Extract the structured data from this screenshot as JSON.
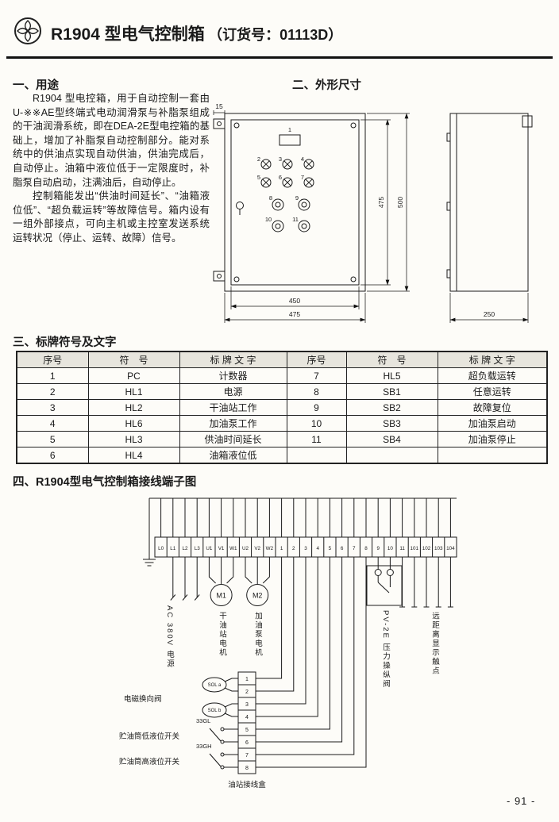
{
  "page": {
    "title": "R1904 型电气控制箱",
    "order_no": "（订货号：01113D）",
    "page_number": "- 91 -"
  },
  "section1": {
    "heading": "一、用途",
    "para1": "R1904 型电控箱，用于自动控制一套由U-※※AE型终端式电动润滑泵与补脂泵组成的干油润滑系统，即在DEA-2E型电控箱的基础上，增加了补脂泵自动控制部分。能对系统中的供油点实现自动供油，供油完成后，自动停止。油箱中液位低于一定限度时，补脂泵自动启动，注满油后，自动停止。",
    "para2": "控制箱能发出“供油时间延长”、“油箱液位低”、“超负载运转”等故障信号。箱内设有一组外部接点，可向主机或主控室发送系统运转状况（停止、运转、故障）信号。"
  },
  "section2": {
    "heading": "二、外形尺寸",
    "dims": {
      "tab": "15",
      "inner_height": "475",
      "outer_height": "500",
      "inner_width": "450",
      "outer_width": "475",
      "depth": "250"
    },
    "markers": [
      "1",
      "2",
      "3",
      "4",
      "5",
      "6",
      "7",
      "8",
      "9",
      "10",
      "11"
    ]
  },
  "section3": {
    "heading": "三、标牌符号及文字",
    "headers": [
      "序号",
      "符　号",
      "标 牌 文 字",
      "序号",
      "符　号",
      "标 牌 文 字"
    ],
    "rows": [
      [
        "1",
        "PC",
        "计数器",
        "7",
        "HL5",
        "超负载运转"
      ],
      [
        "2",
        "HL1",
        "电源",
        "8",
        "SB1",
        "任意运转"
      ],
      [
        "3",
        "HL2",
        "干油站工作",
        "9",
        "SB2",
        "故障复位"
      ],
      [
        "4",
        "HL6",
        "加油泵工作",
        "10",
        "SB3",
        "加油泵启动"
      ],
      [
        "5",
        "HL3",
        "供油时间延长",
        "11",
        "SB4",
        "加油泵停止"
      ],
      [
        "6",
        "HL4",
        "油箱液位低",
        "",
        "",
        ""
      ]
    ]
  },
  "section4": {
    "heading": "四、R1904型电气控制箱接线端子图",
    "terminals": [
      "L0",
      "L1",
      "L2",
      "L3",
      "U1",
      "V1",
      "W1",
      "U2",
      "V2",
      "W2",
      "1",
      "2",
      "3",
      "4",
      "5",
      "6",
      "7",
      "8",
      "9",
      "10",
      "11",
      "101",
      "102",
      "103",
      "104"
    ],
    "motor1": "M1",
    "motor2": "M2",
    "labels": {
      "ac_supply": "AC 380V 电源",
      "motor1": "干油站电机",
      "motor2": "加油泵电机",
      "pv": "PV-2E 压力操纵阀",
      "remote": "远距离显示触点",
      "solenoid_valve": "电磁换向阀",
      "sol_a": "SOL a",
      "sol_b": "SOL b",
      "gl": "33GL",
      "gh": "33GH",
      "low_level_switch": "贮油筒低液位开关",
      "high_level_switch": "贮油筒高液位开关",
      "junction_box": "油站接线盒"
    },
    "box_rows": [
      "1",
      "2",
      "3",
      "4",
      "5",
      "6",
      "7",
      "8"
    ]
  }
}
